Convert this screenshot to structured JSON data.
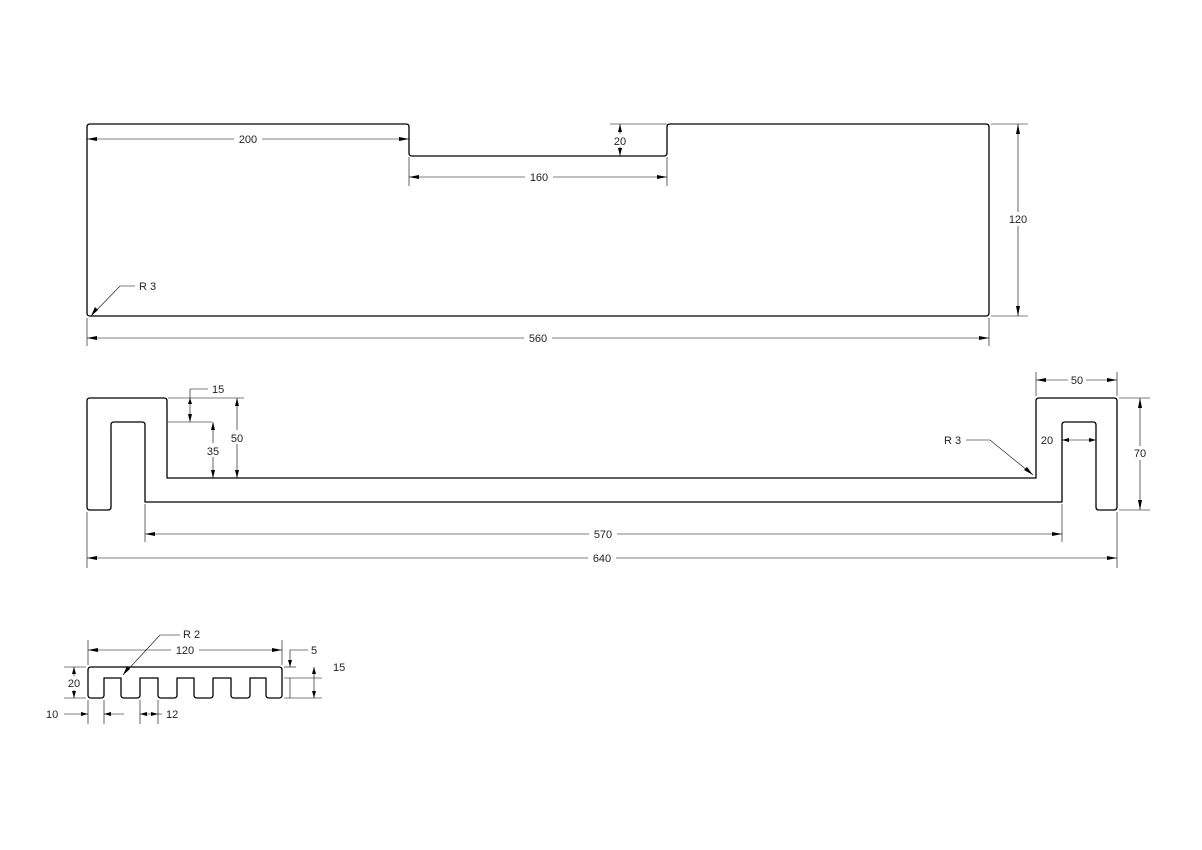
{
  "colors": {
    "background": "#ffffff",
    "line": "#000000",
    "text": "#222222"
  },
  "views": {
    "top_view": {
      "dims": {
        "notch_offset": "200",
        "notch_depth": "20",
        "notch_width": "160",
        "height": "120",
        "length": "560",
        "corner_radius": "R 3"
      }
    },
    "middle_view": {
      "dims": {
        "lip_thickness": "15",
        "inner_depth": "35",
        "outer_depth": "50",
        "hook_width": "50",
        "slot_width": "20",
        "height": "70",
        "inner_span": "570",
        "overall_length": "640",
        "corner_radius": "R 3"
      }
    },
    "comb_view": {
      "dims": {
        "corner_radius": "R 2",
        "length": "120",
        "top_thickness": "5",
        "tooth_height": "15",
        "height": "20",
        "edge_offset": "10",
        "tooth_pitch": "12"
      }
    }
  }
}
